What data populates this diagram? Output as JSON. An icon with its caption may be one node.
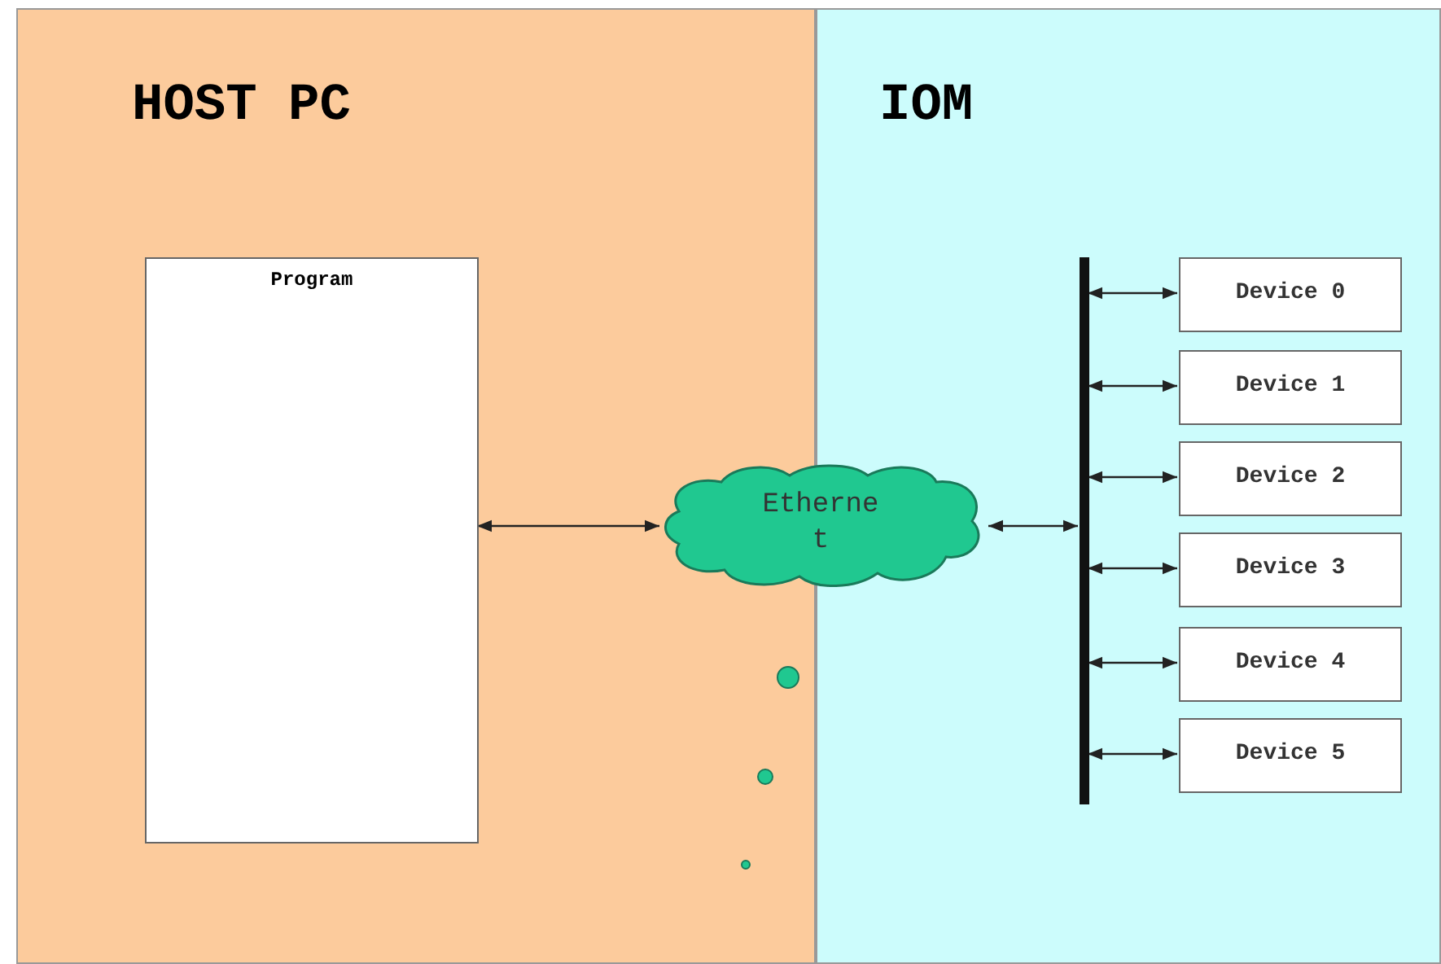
{
  "diagram": {
    "nodes": [
      {
        "text": [
          "HOST PC"
        ]
      },
      {
        "text": [
          "IOM"
        ]
      },
      {
        "text": [
          "Program"
        ],
        "in": 0
      },
      {
        "text": [
          "Ethernet"
        ]
      },
      {
        "text": [],
        "shape": "bar",
        "in": 1
      },
      {
        "text": [
          "Device 0"
        ],
        "in": 1
      },
      {
        "text": [
          "Device 1"
        ],
        "in": 1
      },
      {
        "text": [
          "Device 2"
        ],
        "in": 1
      },
      {
        "text": [
          "Device 3"
        ],
        "in": 1
      },
      {
        "text": [
          "Device 4"
        ],
        "in": 1
      },
      {
        "text": [
          "Device 5"
        ],
        "in": 1
      }
    ],
    "edges": [
      {
        "from": 2,
        "to": 3,
        "arrow": "both"
      },
      {
        "from": 3,
        "to": 4,
        "arrow": "both"
      },
      {
        "from": 4,
        "to": 5,
        "arrow": "both"
      },
      {
        "from": 4,
        "to": 6,
        "arrow": "both"
      },
      {
        "from": 4,
        "to": 7,
        "arrow": "both"
      },
      {
        "from": 4,
        "to": 8,
        "arrow": "both"
      },
      {
        "from": 4,
        "to": 9,
        "arrow": "both"
      },
      {
        "from": 4,
        "to": 10,
        "arrow": "both"
      }
    ]
  }
}
